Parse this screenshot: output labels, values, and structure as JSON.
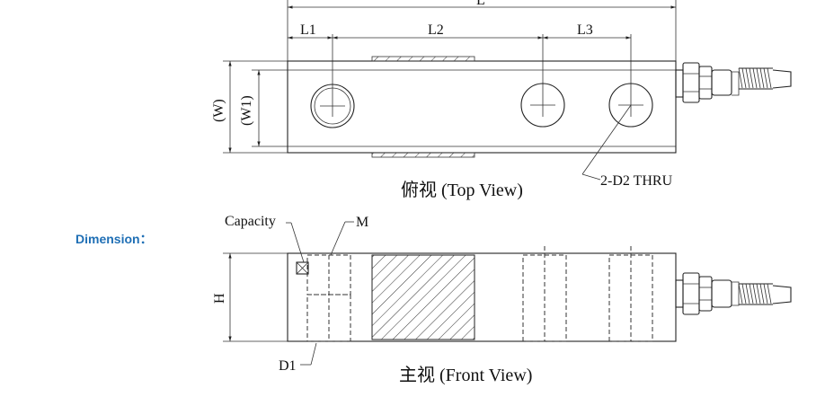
{
  "section_label": "Dimension：",
  "top_view": {
    "caption": "俯视 (Top View)",
    "dim_L": "L",
    "dim_L1": "L1",
    "dim_L2": "L2",
    "dim_L3": "L3",
    "dim_W": "(W)",
    "dim_W1": "(W1)",
    "hole_callout": "2-D2  THRU"
  },
  "front_view": {
    "caption": "主视 (Front View)",
    "dim_H": "H",
    "label_capacity": "Capacity",
    "label_M": "M",
    "label_D1": "D1"
  },
  "colors": {
    "label_blue": "#1f6fb5",
    "line": "#222222"
  }
}
